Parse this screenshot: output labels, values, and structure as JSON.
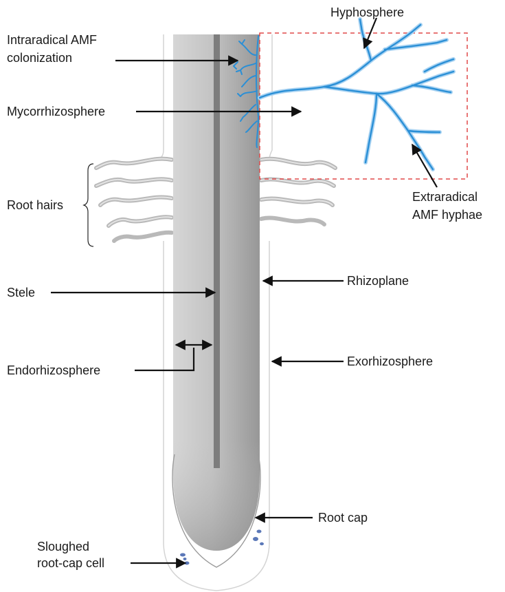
{
  "labels": {
    "intraradical_line1": "Intraradical AMF",
    "intraradical_line2": "colonization",
    "mycorrhizosphere": "Mycorrhizosphere",
    "root_hairs": "Root hairs",
    "stele": "Stele",
    "endorhizosphere": "Endorhizosphere",
    "hyphosphere": "Hyphosphere",
    "extraradical_line1": "Extraradical",
    "extraradical_line2": "AMF hyphae",
    "rhizoplane": "Rhizoplane",
    "exorhizosphere": "Exorhizosphere",
    "root_cap": "Root cap",
    "sloughed_line1": "Sloughed",
    "sloughed_line2": "root-cap cell"
  },
  "colors": {
    "root_light": "#d9d9d9",
    "root_dark": "#9b9b9b",
    "stele": "#808080",
    "hyphae": "#2a8fd6",
    "hyphae_glow": "#a9d3f2",
    "dashed_box": "#e04848",
    "arrow": "#111111",
    "rhizosphere_outline": "#d2d2d2",
    "root_hair": "#b9b9b9",
    "sloughed_cells": "#5b78b8"
  }
}
